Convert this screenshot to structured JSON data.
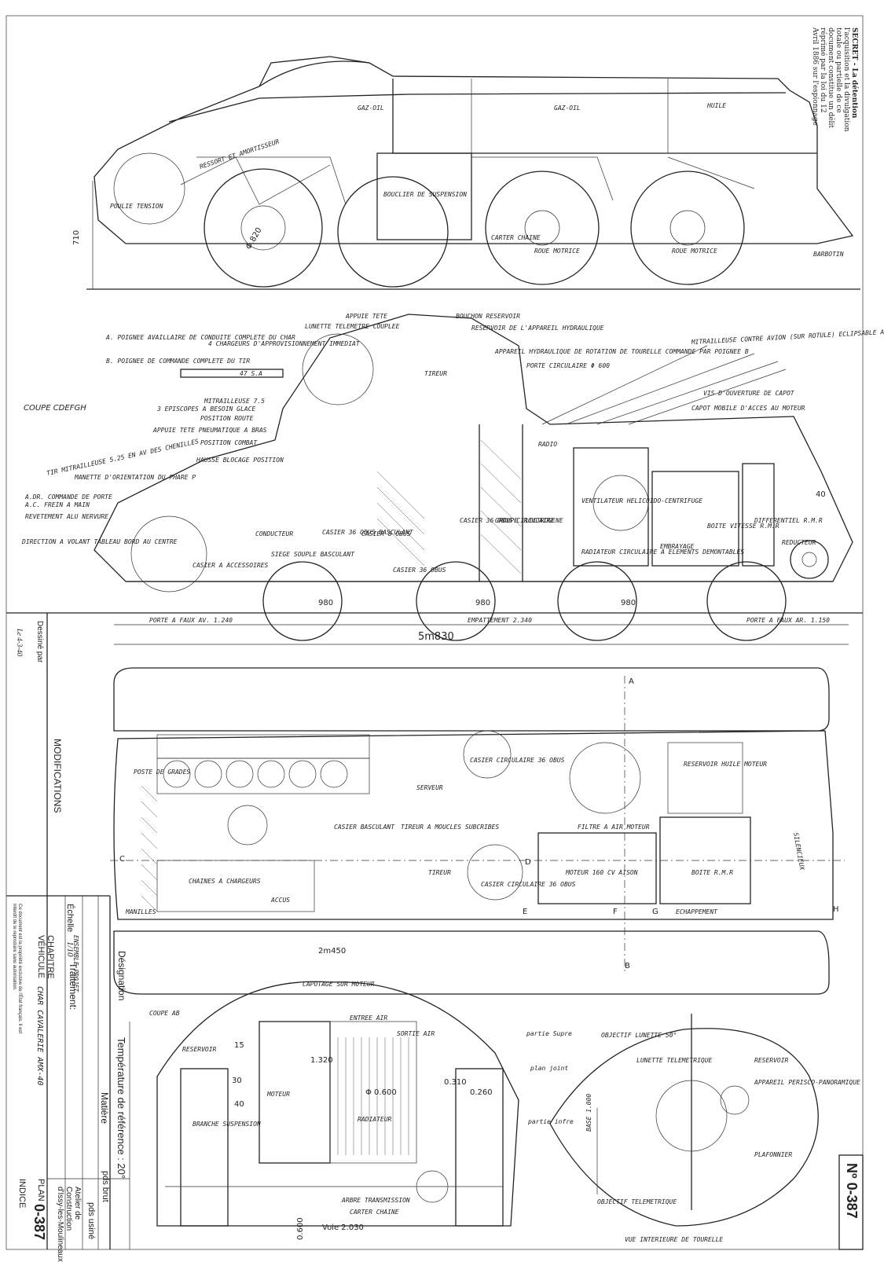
{
  "secret_notice": [
    "SECRET - La détention",
    "l'acquisition et la divulgation",
    "totale ou partielle de ce",
    "document constitue un délit",
    "réprimé par la loi du 12",
    "Avril 1886 sur l'espionnage"
  ],
  "side_view": {
    "labels": [
      "GAZ-OIL",
      "GAZ-OIL",
      "HUILE",
      "RESSORT ET AMORTISSEUR",
      "POULIE TENSION",
      "BOUCLIER DE SUSPENSION",
      "CARTER CHAINE",
      "ROUE MOTRICE",
      "ROUE MOTRICE",
      "BARBOTIN"
    ],
    "dims": [
      "710",
      "Φ.820"
    ]
  },
  "section_view": {
    "title": "COUPE CDEFGH",
    "labels": [
      "A. POIGNEE AVAILLAIRE DE CONDUITE COMPLETE DU CHAR",
      "B. POIGNEE DE COMMANDE COMPLETE DU TIR",
      "4 CHARGEURS D'APPROVISIONNEMENT IMMEDIAT",
      "APPUIE TETE",
      "LUNETTE TELEMETRE COUPLEE",
      "BOUCHON RESERVOIR",
      "RESERVOIR DE L'APPAREIL HYDRAULIQUE",
      "APPAREIL HYDRAULIQUE DE ROTATION DE TOURELLE COMMANDE PAR POIGNEE B",
      "MITRAILLEUSE CONTRE AVION (SUR ROTULE) ECLIPSABLE A LUNETTE DE CHASSE",
      "PORTE CIRCULAIRE Φ 600",
      "47 S.A",
      "MITRAILLEUSE 7.5",
      "3 EPISCOPES A BESOIN GLACE",
      "POSITION ROUTE",
      "APPUIE TETE PNEUMATIQUE A BRAS",
      "POSITION COMBAT",
      "TIR MITRAILLEUSE 5.25 EN AV DES CHENILLES",
      "HAUSSE BLOCAGE POSITION",
      "MANETTE D'ORIENTATION DU PHARE P",
      "A.DR. COMMANDE DE PORTE",
      "A.C. FREIN A MAIN",
      "REVETEMENT ALU NERVURE",
      "DIRECTION A VOLANT TABLEAU BORD AU CENTRE",
      "CONDUCTEUR",
      "SIEGE SOUPLE BASCULANT",
      "CASIER A ACCESSOIRES",
      "CASIER 36 OBUS BASCULANT",
      "CASIER 8 OBUS",
      "CASIER 36 OBUS",
      "CASIER 36 OBUS CIRCULAIRE",
      "GROUPE ELECTROGENE",
      "TIREUR",
      "VIS D'OUVERTURE DE CAPOT",
      "CAPOT MOBILE D'ACCES AU MOTEUR",
      "VENTILATEUR HELICOIDO-CENTRIFUGE",
      "RADIATEUR CIRCULAIRE A ELEMENTS DEMONTABLES",
      "BOITE VITESSE R.M.R",
      "DIFFERENTIEL R.M.R",
      "REDUCTEUR",
      "EMBRAYAGE",
      "RADIO"
    ],
    "dims": [
      "980",
      "980",
      "980",
      "PORTE A FAUX AV. 1.240",
      "EMPATTEMENT 2.340",
      "PORTE A FAUX AR. 1.150",
      "5m830",
      "40"
    ]
  },
  "plan_view": {
    "labels": [
      "POSTE DE GRADES",
      "CASIER CIRCULAIRE 36 OBUS",
      "RESERVOIR HUILE MOTEUR",
      "SERVEUR",
      "CASIER BASCULANT",
      "TIREUR A MOUCLES SUBCRIBES",
      "CHAINES A CHARGEURS",
      "ACCUS",
      "MANILLES",
      "FILTRE A AIR MOTEUR",
      "MOTEUR 160 CV AISON",
      "BOITE R.M.R",
      "ECHAPPEMENT",
      "SILENCIEUX",
      "CASIER CIRCULAIRE 36 OBUS",
      "TIREUR"
    ],
    "markers": [
      "A",
      "B",
      "C",
      "D",
      "E",
      "F",
      "G",
      "H"
    ],
    "dims": [
      "2m450"
    ]
  },
  "front_section": {
    "title": "COUPE AB",
    "labels": [
      "CAPOTAGE SUR MOTEUR",
      "ENTREE AIR",
      "SORTIE AIR",
      "RESERVOIR",
      "MOTEUR",
      "RADIATEUR",
      "BRANCHE SUSPENSION",
      "ARBRE TRANSMISSION",
      "CARTER CHAINE",
      "partie Supre",
      "plan joint",
      "partie infre"
    ],
    "dims": [
      "1.320",
      "Φ 0.600",
      "0.310",
      "0.260",
      "0.600",
      "Voie 2.030",
      "15",
      "30",
      "40"
    ]
  },
  "turret_view": {
    "title": "VUE INTERIEURE DE TOURELLE",
    "labels": [
      "OBJECTIF LUNETTE 50°",
      "LUNETTE TELEMETRIQUE",
      "RESERVOIR",
      "APPAREIL PERISCO-PANORAMIQUE",
      "PLAFONNIER",
      "OBJECTIF TELEMETRIQUE",
      "BASE 1.000"
    ]
  },
  "title_block": {
    "dessine_par": "Dessiné par",
    "signature": "Le 4-3-40",
    "modifications": "MODIFICATIONS",
    "chapitre": "CHAPITRE",
    "vehicule_label": "VÉHICULE",
    "vehicule_value": "CHAR CAVALERIE AMX-40",
    "ensemble": "ENSEMBLE PROJET",
    "echelle_label": "Échelle",
    "echelle_value": "1/10",
    "traitement": "Traitement:",
    "designation": "Désignation",
    "temperature": "Température de référence : 20°",
    "matiere": "Matière",
    "pds_brut": "pds brut",
    "pds_usine": "pds usiné",
    "atelier": [
      "Atelier de",
      "Construction",
      "d'Issy-les-Moulineaux"
    ],
    "plan_label": "PLAN",
    "plan_number": "0-387",
    "indice": "INDICE",
    "number_tag": "Nº 0-387",
    "legal_text": "Ce document est la propriété exclusive de l'État français. Il est interdit de le reproduire sans autorisation."
  }
}
